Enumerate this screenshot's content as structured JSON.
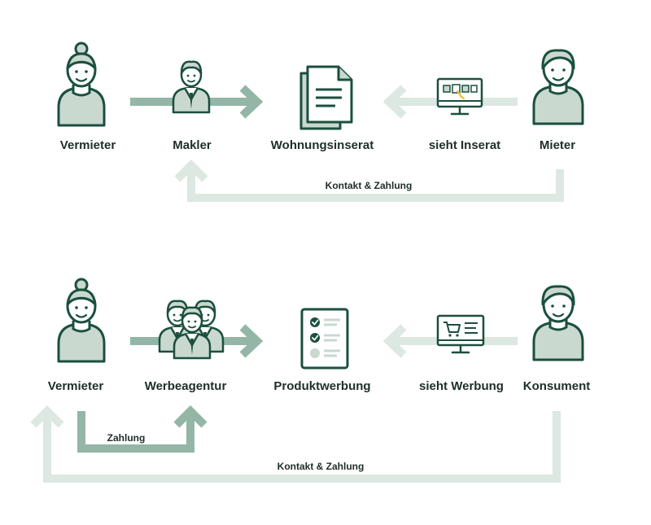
{
  "colors": {
    "dark": "#1b4f3e",
    "fill": "#c9d9cf",
    "arrow_strong": "#94b6a6",
    "arrow_light": "#dce8e1",
    "accent": "#f2c230",
    "text": "#1f2d28"
  },
  "top": {
    "actor_left": "Vermieter",
    "actor_middle": "Makler",
    "document": "Wohnungsinserat",
    "view": "sieht Inserat",
    "actor_right": "Mieter",
    "return_flow": "Kontakt & Zahlung"
  },
  "bottom": {
    "actor_left": "Vermieter",
    "actor_middle": "Werbeagentur",
    "document": "Produktwerbung",
    "view": "sieht Werbung",
    "actor_right": "Konsument",
    "payment_flow": "Zahlung",
    "return_flow": "Kontakt & Zahlung"
  },
  "icons": {
    "landlord": "woman-icon",
    "agent": "agent-icon",
    "listing": "document-icon",
    "monitor": "monitor-icon",
    "tenant": "man-icon",
    "agency": "group-icon",
    "checklist": "checklist-icon",
    "shop_monitor": "shopping-monitor-icon",
    "consumer": "man-icon"
  }
}
